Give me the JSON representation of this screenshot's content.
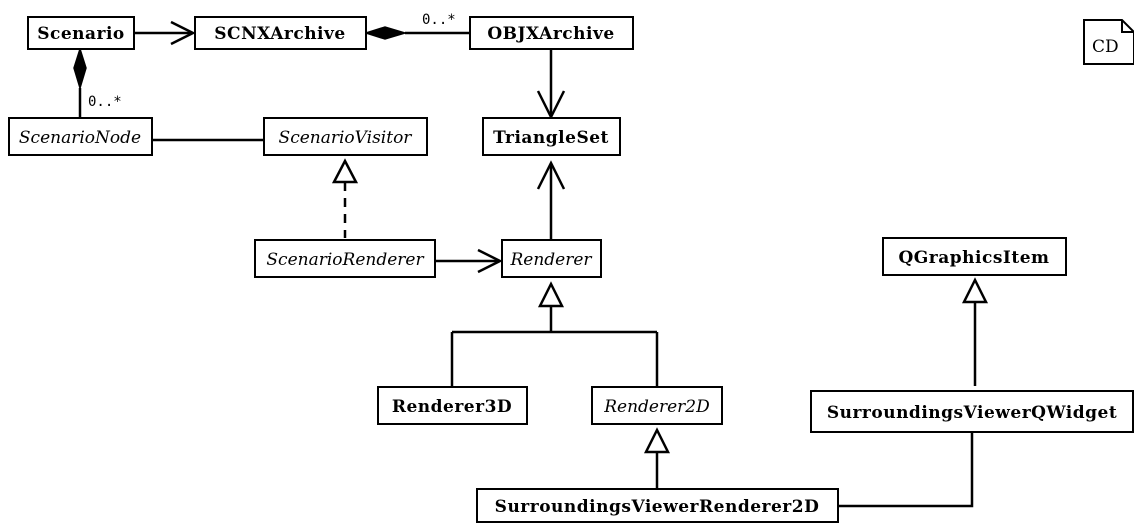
{
  "diagram": {
    "title_tab": "CD",
    "classes": {
      "scenario": "Scenario",
      "scnx_archive": "SCNXArchive",
      "objx_archive": "OBJXArchive",
      "scenario_node": "ScenarioNode",
      "scenario_visitor": "ScenarioVisitor",
      "triangle_set": "TriangleSet",
      "scenario_renderer": "ScenarioRenderer",
      "renderer": "Renderer",
      "qgraphics_item": "QGraphicsItem",
      "renderer3d": "Renderer3D",
      "renderer2d": "Renderer2D",
      "surroundings_viewer_qwidget": "SurroundingsViewerQWidget",
      "surroundings_viewer_renderer2d": "SurroundingsViewerRenderer2D"
    },
    "multiplicities": {
      "scnx_objx": "0..*",
      "scenario_node": "0..*"
    }
  }
}
